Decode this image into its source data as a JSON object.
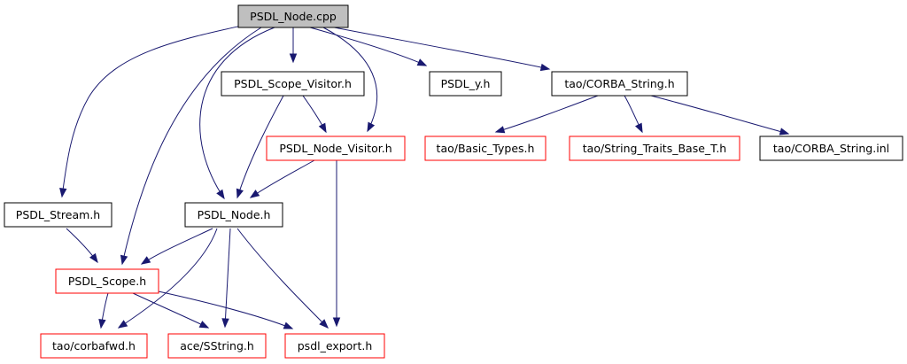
{
  "colors": {
    "root_fill": "#bfbfbf",
    "documented_border": "#000000",
    "undocumented_border": "#ff0000",
    "edge": "#191970",
    "background": "#ffffff"
  },
  "nodes": {
    "psdl_node_cpp": {
      "label": "PSDL_Node.cpp",
      "status": "root"
    },
    "psdl_scope_visitor_h": {
      "label": "PSDL_Scope_Visitor.h",
      "status": "documented"
    },
    "psdl_y_h": {
      "label": "PSDL_y.h",
      "status": "documented"
    },
    "tao_corba_string_h": {
      "label": "tao/CORBA_String.h",
      "status": "documented"
    },
    "psdl_node_visitor_h": {
      "label": "PSDL_Node_Visitor.h",
      "status": "undocumented"
    },
    "tao_basic_types_h": {
      "label": "tao/Basic_Types.h",
      "status": "undocumented"
    },
    "tao_string_traits_h": {
      "label": "tao/String_Traits_Base_T.h",
      "status": "undocumented"
    },
    "tao_corba_string_inl": {
      "label": "tao/CORBA_String.inl",
      "status": "documented"
    },
    "psdl_stream_h": {
      "label": "PSDL_Stream.h",
      "status": "documented"
    },
    "psdl_node_h": {
      "label": "PSDL_Node.h",
      "status": "documented"
    },
    "psdl_scope_h": {
      "label": "PSDL_Scope.h",
      "status": "undocumented"
    },
    "tao_corbafwd_h": {
      "label": "tao/corbafwd.h",
      "status": "undocumented"
    },
    "ace_sstring_h": {
      "label": "ace/SString.h",
      "status": "undocumented"
    },
    "psdl_export_h": {
      "label": "psdl_export.h",
      "status": "undocumented"
    }
  },
  "edges": [
    {
      "from": "psdl_node_cpp",
      "to": "psdl_scope_visitor_h"
    },
    {
      "from": "psdl_node_cpp",
      "to": "psdl_y_h"
    },
    {
      "from": "psdl_node_cpp",
      "to": "tao_corba_string_h"
    },
    {
      "from": "psdl_node_cpp",
      "to": "psdl_node_visitor_h"
    },
    {
      "from": "psdl_node_cpp",
      "to": "psdl_stream_h"
    },
    {
      "from": "psdl_node_cpp",
      "to": "psdl_node_h"
    },
    {
      "from": "psdl_node_cpp",
      "to": "psdl_scope_h"
    },
    {
      "from": "psdl_scope_visitor_h",
      "to": "psdl_node_visitor_h"
    },
    {
      "from": "psdl_scope_visitor_h",
      "to": "psdl_node_h"
    },
    {
      "from": "tao_corba_string_h",
      "to": "tao_basic_types_h"
    },
    {
      "from": "tao_corba_string_h",
      "to": "tao_string_traits_h"
    },
    {
      "from": "tao_corba_string_h",
      "to": "tao_corba_string_inl"
    },
    {
      "from": "psdl_node_visitor_h",
      "to": "psdl_node_h"
    },
    {
      "from": "psdl_node_visitor_h",
      "to": "psdl_export_h"
    },
    {
      "from": "psdl_stream_h",
      "to": "psdl_scope_h"
    },
    {
      "from": "psdl_node_h",
      "to": "psdl_scope_h"
    },
    {
      "from": "psdl_node_h",
      "to": "tao_corbafwd_h"
    },
    {
      "from": "psdl_node_h",
      "to": "ace_sstring_h"
    },
    {
      "from": "psdl_node_h",
      "to": "psdl_export_h"
    },
    {
      "from": "psdl_scope_h",
      "to": "tao_corbafwd_h"
    },
    {
      "from": "psdl_scope_h",
      "to": "ace_sstring_h"
    },
    {
      "from": "psdl_scope_h",
      "to": "psdl_export_h"
    }
  ]
}
